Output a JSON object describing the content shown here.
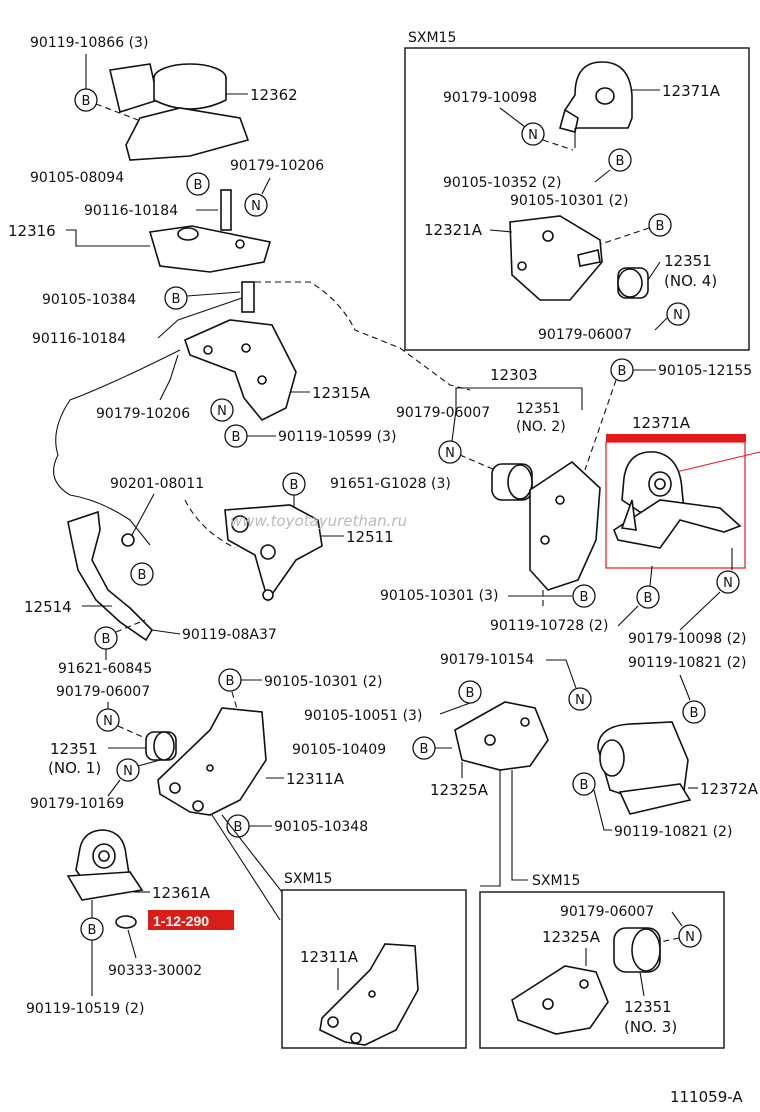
{
  "labels": {
    "p90119_10866": "90119-10866 (3)",
    "p12362": "12362",
    "p90105_08094": "90105-08094",
    "p90179_10206_top": "90179-10206",
    "p90116_10184_a": "90116-10184",
    "p12316": "12316",
    "p90105_10384": "90105-10384",
    "p90116_10184_b": "90116-10184",
    "p12315A": "12315A",
    "p90179_10206_mid": "90179-10206",
    "p90119_10599": "90119-10599 (3)",
    "p90201_08011": "90201-08011",
    "p91651_G1028": "91651-G1028 (3)",
    "p12511": "12511",
    "p12514": "12514",
    "p90119_08A37": "90119-08A37",
    "p91621_60845": "91621-60845",
    "p90179_06007_l": "90179-06007",
    "p12351_no1": "12351",
    "p12351_no1_sub": "(NO. 1)",
    "p90179_10169": "90179-10169",
    "p90105_10301_2l": "90105-10301 (2)",
    "p12311A": "12311A",
    "p90105_10348": "90105-10348",
    "p12361A": "12361A",
    "p90333_30002": "90333-30002",
    "p90119_10519": "90119-10519 (2)",
    "p12303": "12303",
    "p90179_06007_m": "90179-06007",
    "p12351_no2": "12351",
    "p12351_no2_sub": "(NO. 2)",
    "p90105_12155": "90105-12155",
    "p12371A_main": "12371A",
    "p90105_10301_3": "90105-10301 (3)",
    "p90119_10728": "90119-10728 (2)",
    "p90179_10098_main": "90179-10098 (2)",
    "p90119_10821_top": "90119-10821 (2)",
    "p90179_10154": "90179-10154",
    "p90105_10051": "90105-10051 (3)",
    "p90105_10409": "90105-10409",
    "p12325A": "12325A",
    "p12372A": "12372A",
    "p90119_10821_bot": "90119-10821 (2)",
    "sxm_tr_title": "SXM15",
    "sxm_tr_90179_10098": "90179-10098",
    "sxm_tr_12371A": "12371A",
    "sxm_tr_90105_10352": "90105-10352 (2)",
    "sxm_tr_90105_10301": "90105-10301 (2)",
    "sxm_tr_12321A": "12321A",
    "sxm_tr_12351": "12351",
    "sxm_tr_no4": "(NO. 4)",
    "sxm_tr_90179_06007": "90179-06007",
    "sxm_bl_title": "SXM15",
    "sxm_bl_12311A": "12311A",
    "sxm_br_title": "SXM15",
    "sxm_br_90179_06007": "90179-06007",
    "sxm_br_12325A": "12325A",
    "sxm_br_12351": "12351",
    "sxm_br_no3": "(NO. 3)",
    "figure_id": "111059-A",
    "watermark": "www.toyotayurethan.ru"
  },
  "ref_badge": "1-12-290",
  "colors": {
    "highlight": "#e4191c",
    "ink": "#111111"
  },
  "marker_letters": {
    "bolt": "B",
    "nut": "N"
  }
}
